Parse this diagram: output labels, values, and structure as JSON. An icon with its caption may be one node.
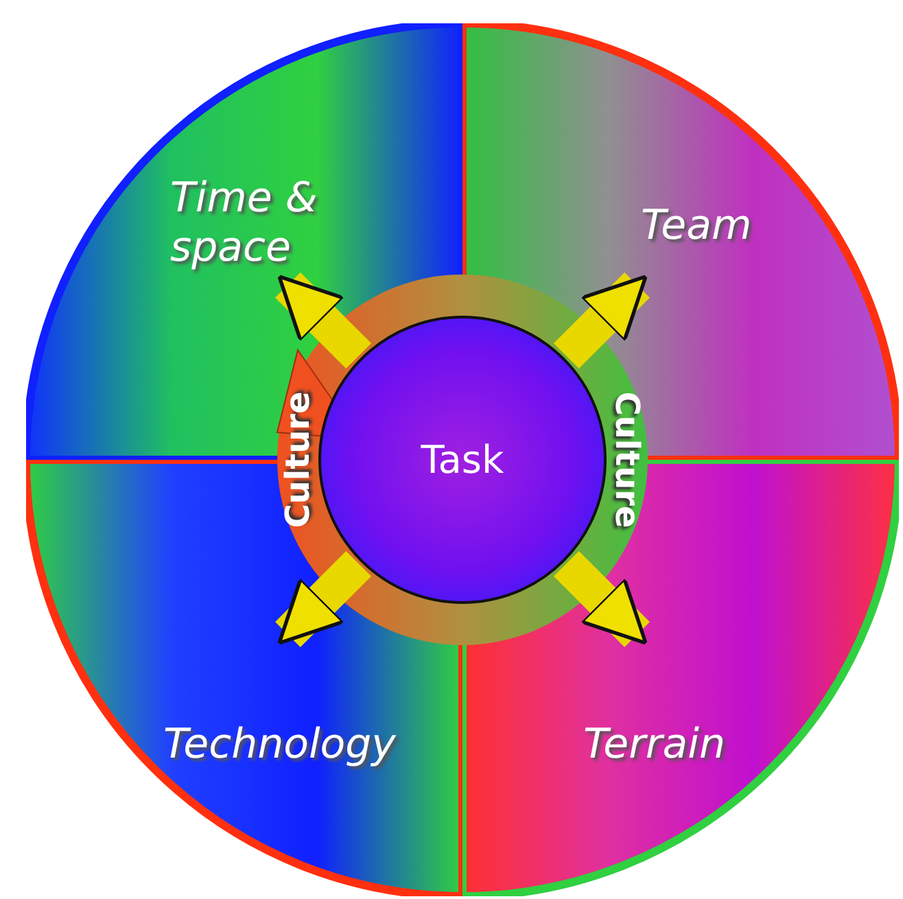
{
  "diagram": {
    "nodes": [
      {
        "text": [
          "Time & space"
        ]
      },
      {
        "text": [
          "Team"
        ]
      },
      {
        "text": [
          "Technology"
        ]
      },
      {
        "text": [
          "Terrain"
        ]
      },
      {
        "text": [
          "Culture",
          "Culture"
        ]
      },
      {
        "text": [
          "Task"
        ],
        "in": 4
      }
    ],
    "edges": [
      {
        "from": 5,
        "to": 0,
        "arrow": "to"
      },
      {
        "from": 5,
        "to": 1,
        "arrow": "to"
      },
      {
        "from": 5,
        "to": 2,
        "arrow": "to"
      },
      {
        "from": 5,
        "to": 3,
        "arrow": "to"
      }
    ]
  }
}
